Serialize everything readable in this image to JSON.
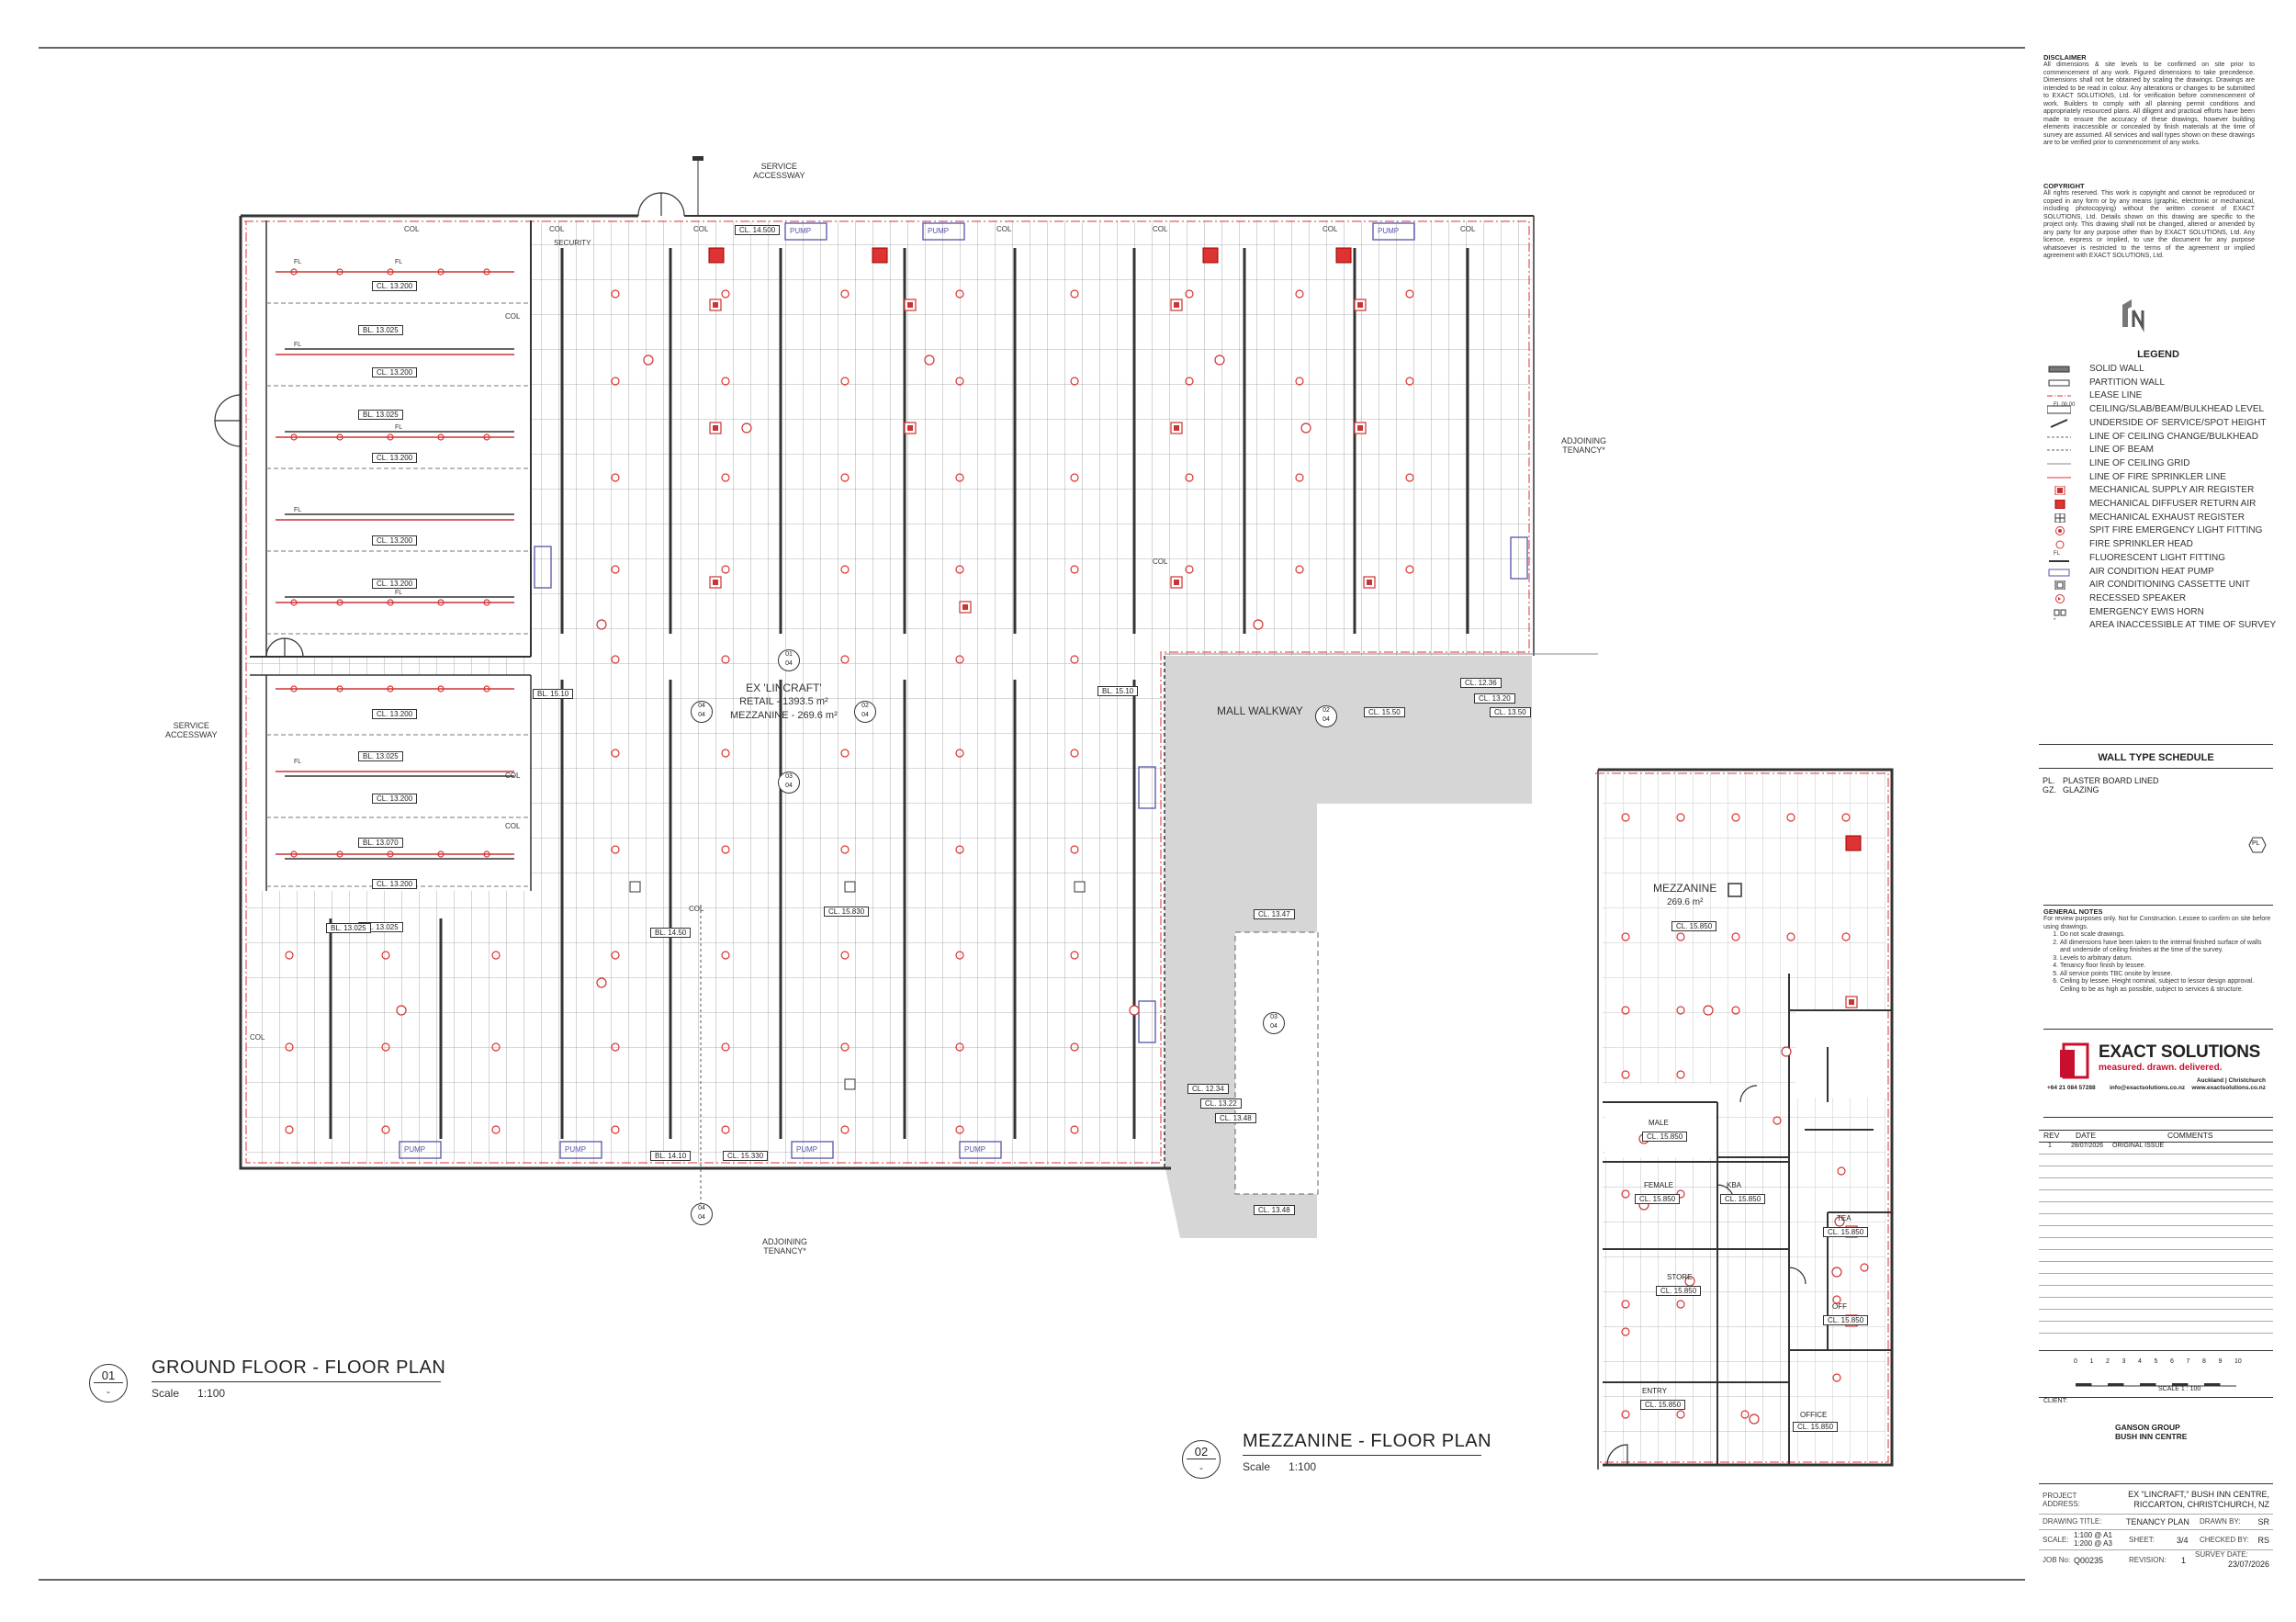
{
  "disclaimer": {
    "title": "DISCLAIMER",
    "text": "All dimensions & site levels to be confirmed on site prior to commencement of any work. Figured dimensions to take precedence. Dimensions shall not be obtained by scaling the drawings. Drawings are intended to be read in colour. Any alterations or changes to be submitted to EXACT SOLUTIONS, Ltd. for verification before commencement of work. Builders to comply with all planning permit conditions and appropriately resourced plans. All diligent and practical efforts have been made to ensure the accuracy of these drawings, however building elements inaccessible or concealed by finish materials at the time of survey are assumed. All services and wall types shown on these drawings are to be verified prior to commencement of any works."
  },
  "copyright": {
    "title": "COPYRIGHT",
    "text": "All rights reserved. This work is copyright and cannot be reproduced or copied in any form or by any means (graphic, electronic or mechanical, including photocopying) without the written consent of EXACT SOLUTIONS, Ltd. Details shown on this drawing are specific to the project only. This drawing shall not be changed, altered or amended by any party for any purpose other than by EXACT SOLUTIONS, Ltd. Any licence, express or implied, to use the document for any purpose whatsoever is restricted to the terms of the agreement or implied agreement with EXACT SOLUTIONS, Ltd."
  },
  "north_label": "N",
  "legend": {
    "title": "LEGEND",
    "items": [
      {
        "label": "SOLID WALL",
        "sym": "solid-wall"
      },
      {
        "label": "PARTITION WALL",
        "sym": "partition-wall"
      },
      {
        "label": "LEASE LINE",
        "sym": "lease-line"
      },
      {
        "label": "CEILING/SLAB/BEAM/BULKHEAD LEVEL",
        "sym": "level-tag",
        "tag": "FL 00.00"
      },
      {
        "label": "UNDERSIDE OF SERVICE/SPOT HEIGHT",
        "sym": "spot-height"
      },
      {
        "label": "LINE OF CEILING CHANGE/BULKHEAD",
        "sym": "dash-line"
      },
      {
        "label": "LINE OF BEAM",
        "sym": "dash-line"
      },
      {
        "label": "LINE OF CEILING GRID",
        "sym": "thin-line"
      },
      {
        "label": "LINE OF FIRE SPRINKLER LINE",
        "sym": "sprinkler-line"
      },
      {
        "label": "MECHANICAL SUPPLY AIR REGISTER",
        "sym": "supply-register"
      },
      {
        "label": "MECHANICAL DIFFUSER RETURN AIR",
        "sym": "return-air"
      },
      {
        "label": "MECHANICAL EXHAUST REGISTER",
        "sym": "exhaust-register"
      },
      {
        "label": "SPIT FIRE EMERGENCY LIGHT FITTING",
        "sym": "emergency-light"
      },
      {
        "label": "FIRE SPRINKLER HEAD",
        "sym": "sprinkler-head"
      },
      {
        "label": "FLUORESCENT LIGHT FITTING",
        "sym": "fluoro-light",
        "tag": "FL"
      },
      {
        "label": "AIR CONDITION HEAT PUMP",
        "sym": "heat-pump"
      },
      {
        "label": "AIR CONDITIONING CASSETTE UNIT",
        "sym": "cassette"
      },
      {
        "label": "RECESSED SPEAKER",
        "sym": "speaker"
      },
      {
        "label": "EMERGENCY EWIS HORN",
        "sym": "horn"
      },
      {
        "label": "AREA INACCESSIBLE AT TIME OF SURVEY",
        "sym": "asterisk",
        "tag": "*"
      }
    ]
  },
  "wall_schedule": {
    "title": "WALL TYPE SCHEDULE",
    "items": [
      {
        "code": "PL.",
        "label": "PLASTER BOARD LINED"
      },
      {
        "code": "GZ.",
        "label": "GLAZING"
      }
    ],
    "badge": "PL"
  },
  "general_notes": {
    "title": "GENERAL NOTES",
    "intro": "For review purposes only. Not for Construction. Lessee to confirm on site before using drawings.",
    "items": [
      "Do not scale drawings.",
      "All dimensions have been taken to the internal finished surface of walls and underside of ceiling finishes at the time of the survey.",
      "Levels to arbitrary datum.",
      "Tenancy floor finish by lessee.",
      "All service points TBC onsite by lessee.",
      "Ceiling by lessee. Height nominal, subject to lessor design approval. Ceiling to be as high as possible, subject to services & structure."
    ]
  },
  "company": {
    "name": "EXACT SOLUTIONS",
    "tagline": "measured. drawn. delivered.",
    "cities": "Auckland | Christchurch",
    "phone": "+64 21 084 57288",
    "email": "info@exactsolutions.co.nz",
    "web": "www.exactsolutions.co.nz",
    "brand_color": "#c8102e"
  },
  "revisions": {
    "headers": [
      "REV",
      "DATE",
      "COMMENTS"
    ],
    "rows": [
      {
        "rev": "1",
        "date": "28/07/2026",
        "comment": "ORIGINAL ISSUE"
      }
    ]
  },
  "scale_bar": {
    "ticks": [
      "0",
      "1",
      "2",
      "3",
      "4",
      "5",
      "6",
      "7",
      "8",
      "9",
      "10"
    ],
    "label": "SCALE 1 : 100"
  },
  "client": {
    "label": "CLIENT:",
    "name": "GANSON GROUP",
    "site": "BUSH INN CENTRE"
  },
  "title_block": {
    "project_label": "PROJECT ADDRESS:",
    "project_line1": "EX \"LINCRAFT,\" BUSH INN CENTRE,",
    "project_line2": "RICCARTON, CHRISTCHURCH, NZ",
    "drawing_title_label": "DRAWING TITLE:",
    "drawing_title": "TENANCY PLAN",
    "drawn_by_label": "DRAWN BY:",
    "drawn_by": "SR",
    "scale_label": "SCALE:",
    "scale_line1": "1:100 @ A1",
    "scale_line2": "1:200 @ A3",
    "sheet_label": "SHEET:",
    "sheet": "3/4",
    "checked_by_label": "CHECKED BY:",
    "checked_by": "RS",
    "job_label": "JOB No:",
    "job": "Q00235",
    "revision_label": "REVISION:",
    "revision": "1",
    "survey_date_label": "SURVEY DATE:",
    "survey_date": "23/07/2026"
  },
  "ground_plan": {
    "number": "01",
    "dash": "-",
    "title": "GROUND FLOOR - FLOOR PLAN",
    "scale_label": "Scale",
    "scale": "1:100",
    "tenancy_name": "EX 'LINCRAFT'",
    "retail_area": "RETAIL - 1393.5 m²",
    "mezzanine_area": "MEZZANINE - 269.6 m²",
    "mall_walkway": "MALL WALKWAY",
    "service_top": [
      "SERVICE",
      "ACCESSWAY"
    ],
    "service_left": [
      "SERVICE",
      "ACCESSWAY"
    ],
    "adjoining_right": [
      "ADJOINING",
      "TENANCY*"
    ],
    "adjoining_bottom": [
      "ADJOINING",
      "TENANCY*"
    ],
    "security": "SECURITY",
    "col_label": "COL",
    "pump_label": "PUMP",
    "fl_label": "FL",
    "ref_01_04": [
      "01",
      "04"
    ],
    "ref_03_04": [
      "03",
      "04"
    ],
    "ref_02_04": [
      "02",
      "04"
    ],
    "ref_04_04": [
      "04",
      "04"
    ],
    "levels": {
      "ceiling_200": "CL. 13.200",
      "bl_025": "BL. 13.025",
      "bl_070": "BL. 13.070",
      "cl_14500": "CL. 14.500",
      "bl_1510": "BL. 15.10",
      "cl_1550": "CL. 15.50",
      "cl_1236": "CL. 12.36",
      "cl_1320": "CL. 13.20",
      "cl_1350": "CL. 13.50",
      "cl_1347": "CL. 13.47",
      "cl_15830": "CL. 15.830",
      "bl_1450": "BL. 14.50",
      "bl_1410": "BL. 14.10",
      "cl_15330": "CL. 15.330",
      "cl_1234": "CL. 12.34",
      "cl_1322": "CL. 13.22",
      "cl_1348a": "CL. 13.48",
      "cl_1348b": "CL. 13.48",
      "bl_1510b": "BL. 15.10"
    }
  },
  "mezz_plan": {
    "number": "02",
    "dash": "-",
    "title": "MEZZANINE - FLOOR PLAN",
    "scale_label": "Scale",
    "scale": "1:100",
    "name": "MEZZANINE",
    "area": "269.6 m²",
    "level": "CL. 15.850",
    "rooms": [
      {
        "name": "MALE",
        "level": "CL. 15.850"
      },
      {
        "name": "FEMALE",
        "level": "CL. 15.850"
      },
      {
        "name": "KBA",
        "level": "CL. 15.850"
      },
      {
        "name": "STORE",
        "level": "CL. 15.850"
      },
      {
        "name": "ENTRY",
        "level": "CL. 15.850"
      },
      {
        "name": "OFFICE",
        "level": "CL. 15.850"
      },
      {
        "name": "TEA",
        "level": "CL. 15.850"
      },
      {
        "name": "OFF",
        "level": "CL. 15.850"
      }
    ]
  }
}
